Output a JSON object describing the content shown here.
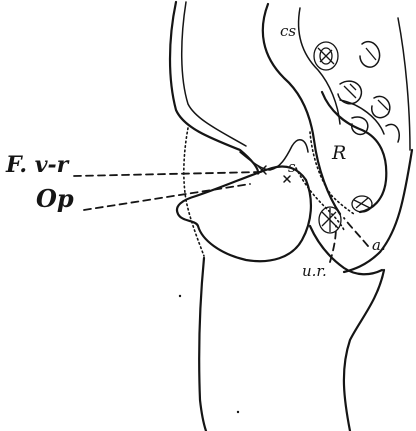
{
  "labels": {
    "fvr": "F. v-r",
    "op": "Op",
    "cs": "cs",
    "r": "R",
    "s": "s",
    "ur": "u.r.",
    "a": "a."
  },
  "colors": {
    "ink": "#151515",
    "paper": "#ffffff"
  }
}
